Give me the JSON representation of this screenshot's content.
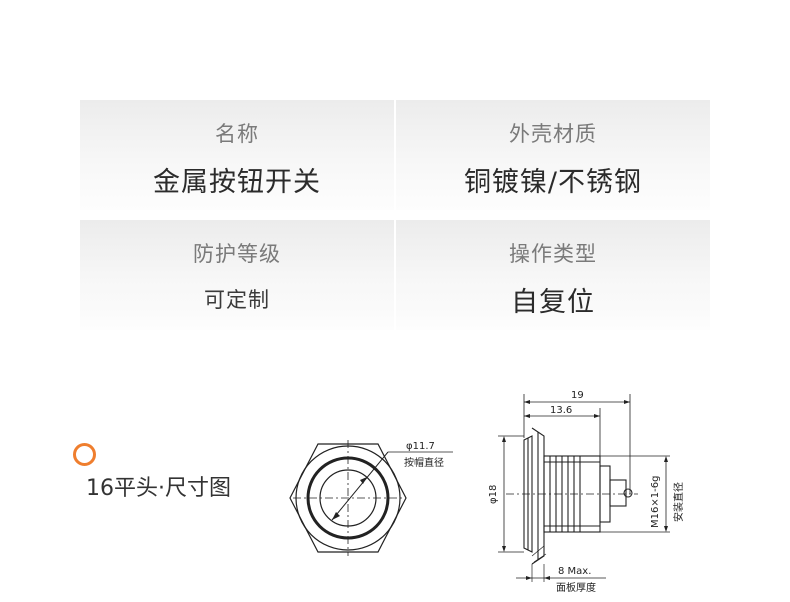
{
  "specs": [
    {
      "label": "名称",
      "value": "金属按钮开关"
    },
    {
      "label": "外壳材质",
      "value": "铜镀镍/不锈钢"
    },
    {
      "label": "防护等级",
      "value": "可定制"
    },
    {
      "label": "操作类型",
      "value": "自复位"
    }
  ],
  "drawing_section": {
    "title": "16平头·尺寸图",
    "marker_color": "#ef7e2e"
  },
  "front_view": {
    "diameter_label": "φ11.7",
    "diameter_name": "按帽直径"
  },
  "side_view": {
    "total_length": "19",
    "body_length": "13.6",
    "head_diameter": "φ18",
    "thread_spec": "M16×1-6g",
    "thread_name": "安装直径",
    "panel_max": "8 Max.",
    "panel_name": "面板厚度"
  }
}
